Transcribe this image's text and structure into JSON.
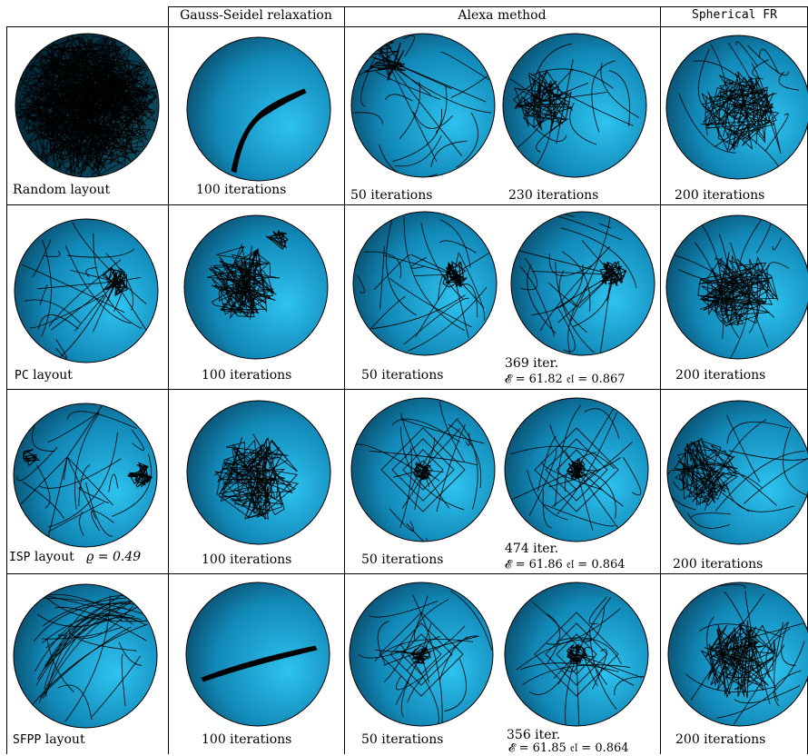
{
  "headers": {
    "gauss_seidel": "Gauss-Seidel relaxation",
    "alexa": "Alexa method",
    "spherical_fr": "Spherical FR"
  },
  "rows": [
    {
      "layout_name": "Random layout",
      "layout_mono": "",
      "layout_suffix": "Random layout",
      "layout_extra": "",
      "gs_caption": "100 iterations",
      "alexa1_caption": "50 iterations",
      "alexa2_caption": "230 iterations",
      "alexa2_stats": "",
      "fr_caption": "200 iterations"
    },
    {
      "layout_name": "PC layout",
      "layout_mono": "PC",
      "layout_suffix": " layout",
      "layout_extra": "",
      "gs_caption": "100 iterations",
      "alexa1_caption": "50 iterations",
      "alexa2_caption": "369 iter.",
      "alexa2_stats": "𝓔 = 61.82   𝔢𝔩 = 0.867",
      "fr_caption": "200 iterations"
    },
    {
      "layout_name": "ISP layout ϱ = 0.49",
      "layout_mono": "ISP",
      "layout_suffix": " layout",
      "layout_extra": "ϱ = 0.49",
      "gs_caption": "100 iterations",
      "alexa1_caption": "50 iterations",
      "alexa2_caption": "474 iter.",
      "alexa2_stats": "𝓔 = 61.86   𝔢𝔩 = 0.864",
      "fr_caption": "200 iterations"
    },
    {
      "layout_name": "SFPP layout",
      "layout_mono": "SFPP",
      "layout_suffix": " layout",
      "layout_extra": "",
      "gs_caption": "100 iterations",
      "alexa1_caption": "50 iterations",
      "alexa2_caption": "356 iter.",
      "alexa2_stats": "𝓔 = 61.85   𝔢𝔩 = 0.864",
      "fr_caption": "200 iterations"
    }
  ],
  "colors": {
    "sphere_light": "#2ec3f0",
    "sphere_mid": "#1289b8",
    "sphere_dark": "#063a55",
    "mesh": "#000000",
    "grid_line": "#000000"
  }
}
